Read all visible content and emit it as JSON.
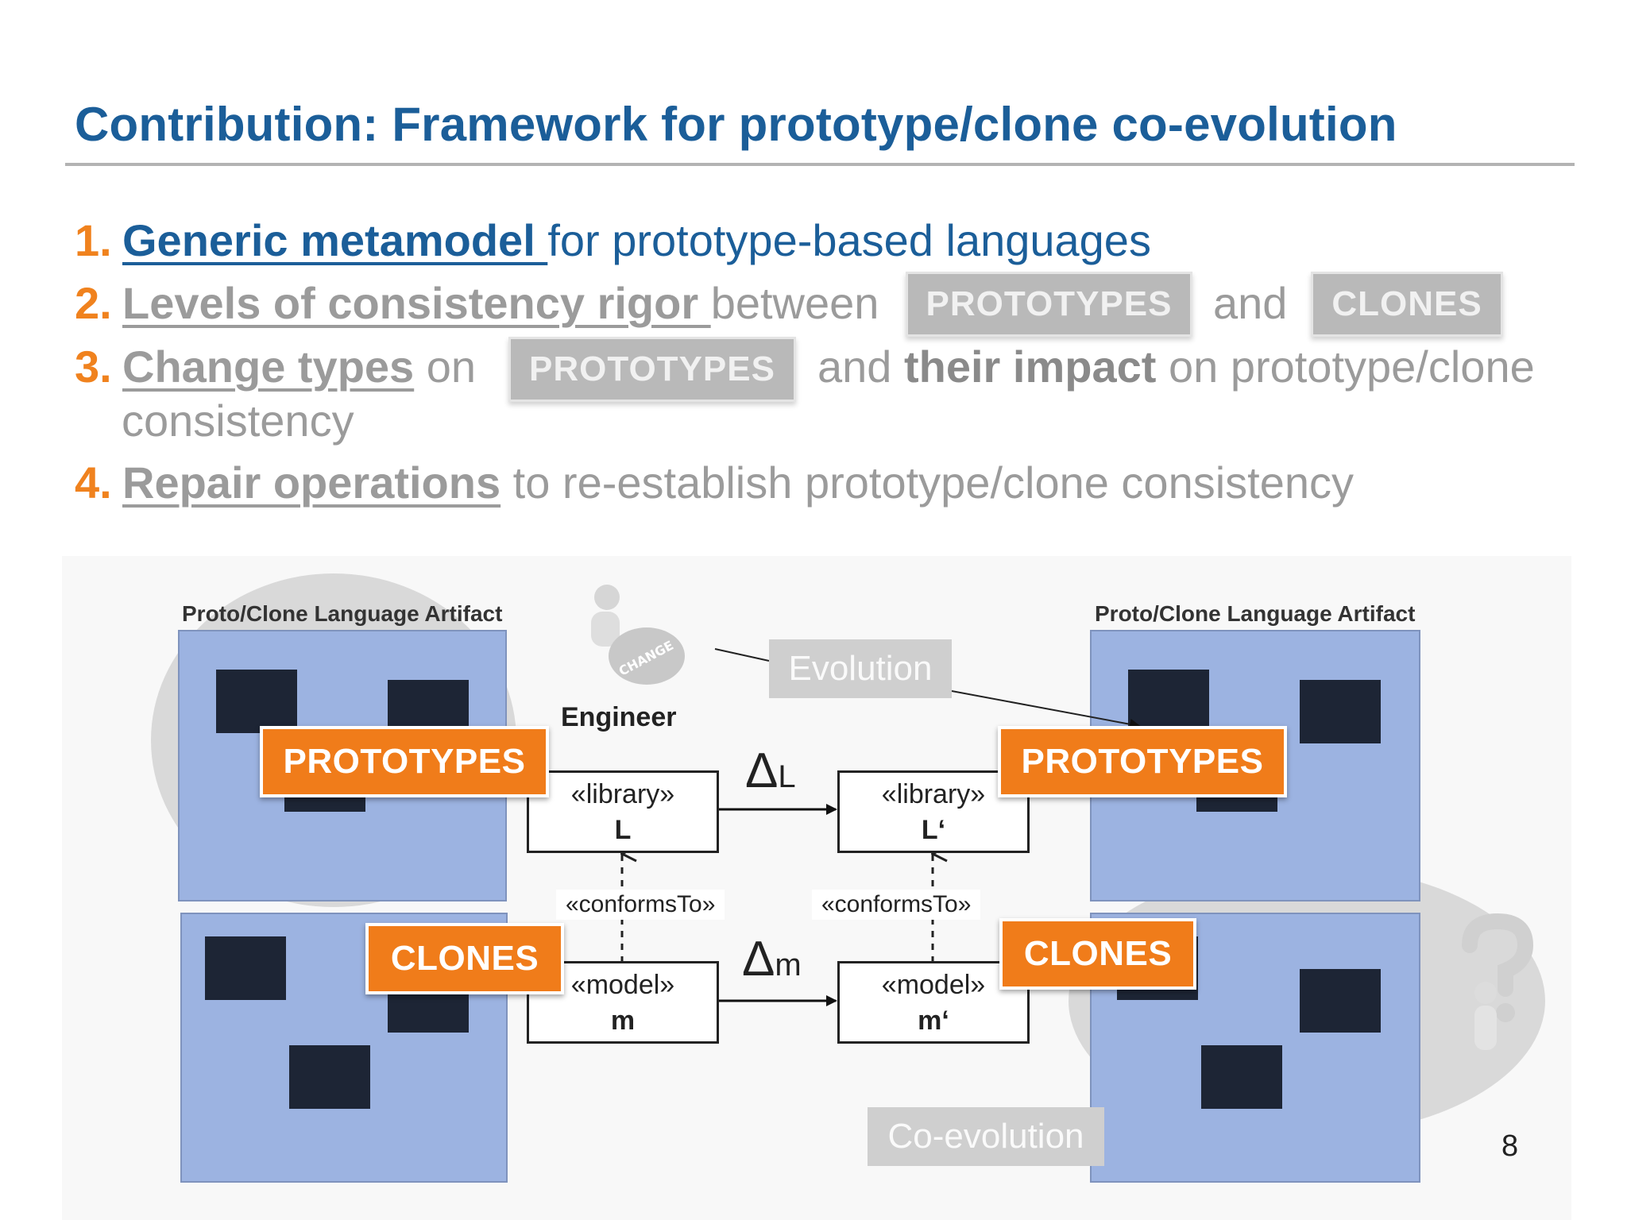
{
  "slide": {
    "title": "Contribution: Framework for prototype/clone co-evolution",
    "page_number": "8"
  },
  "items": [
    {
      "num": "1.",
      "term": "Generic metamodel ",
      "text": "for prototype-based languages"
    },
    {
      "num": "2.",
      "term": "Levels of consistency rigor ",
      "text_before": "between",
      "pill_a": "PROTOTYPES",
      "mid": "and",
      "pill_b": "CLONES"
    },
    {
      "num": "3.",
      "term": "Change types",
      "on": "on",
      "pill": "PROTOTYPES",
      "text_a": "and ",
      "bold": "their impact",
      "text_b": " on prototype/clone",
      "cont": "consistency"
    },
    {
      "num": "4.",
      "term": "Repair operations",
      "text": " to re-establish prototype/clone consistency"
    }
  ],
  "diagram": {
    "left_artifact_label": "Proto/Clone Language Artifact",
    "right_artifact_label": "Proto/Clone Language Artifact",
    "prototypes_label": "PROTOTYPES",
    "clones_label": "CLONES",
    "engineer": "Engineer",
    "change_icon_text": "CHANGE",
    "evolution": "Evolution",
    "coevolution": "Co-evolution",
    "library_stereotype": "«library»",
    "model_stereotype": "«model»",
    "L": "L",
    "L_prime": "L‘",
    "m": "m",
    "m_prime": "m‘",
    "conforms_to": "«conformsTo»",
    "delta": "Δ",
    "delta_L_sub": "L",
    "delta_m_sub": "m"
  },
  "colors": {
    "title_blue": "#1b5e99",
    "accent_orange": "#f07c1a",
    "artifact_blue": "#9cb3e1",
    "grey_text": "#9b9b9b"
  }
}
